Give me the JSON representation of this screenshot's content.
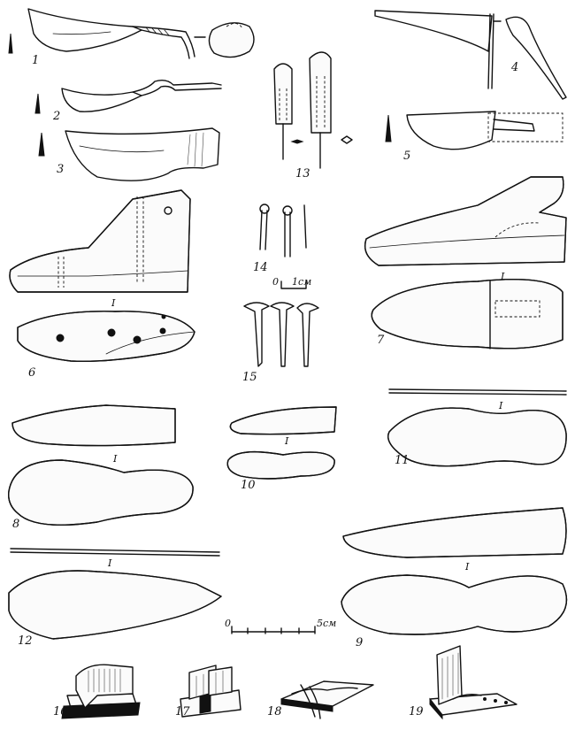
{
  "figures": {
    "f1": "1",
    "f2": "2",
    "f3": "3",
    "f4": "4",
    "f5": "5",
    "f6": "6",
    "f7": "7",
    "f8": "8",
    "f9": "9",
    "f10": "10",
    "f11": "11",
    "f12": "12",
    "f13": "13",
    "f14": "14",
    "f15": "15",
    "f16": "16",
    "f17": "17",
    "f18": "18",
    "f19": "19"
  },
  "scale_small": {
    "zero": "0",
    "unit": "1см"
  },
  "scale_large": {
    "zero": "0",
    "unit": "5см"
  },
  "section_mark": "I"
}
